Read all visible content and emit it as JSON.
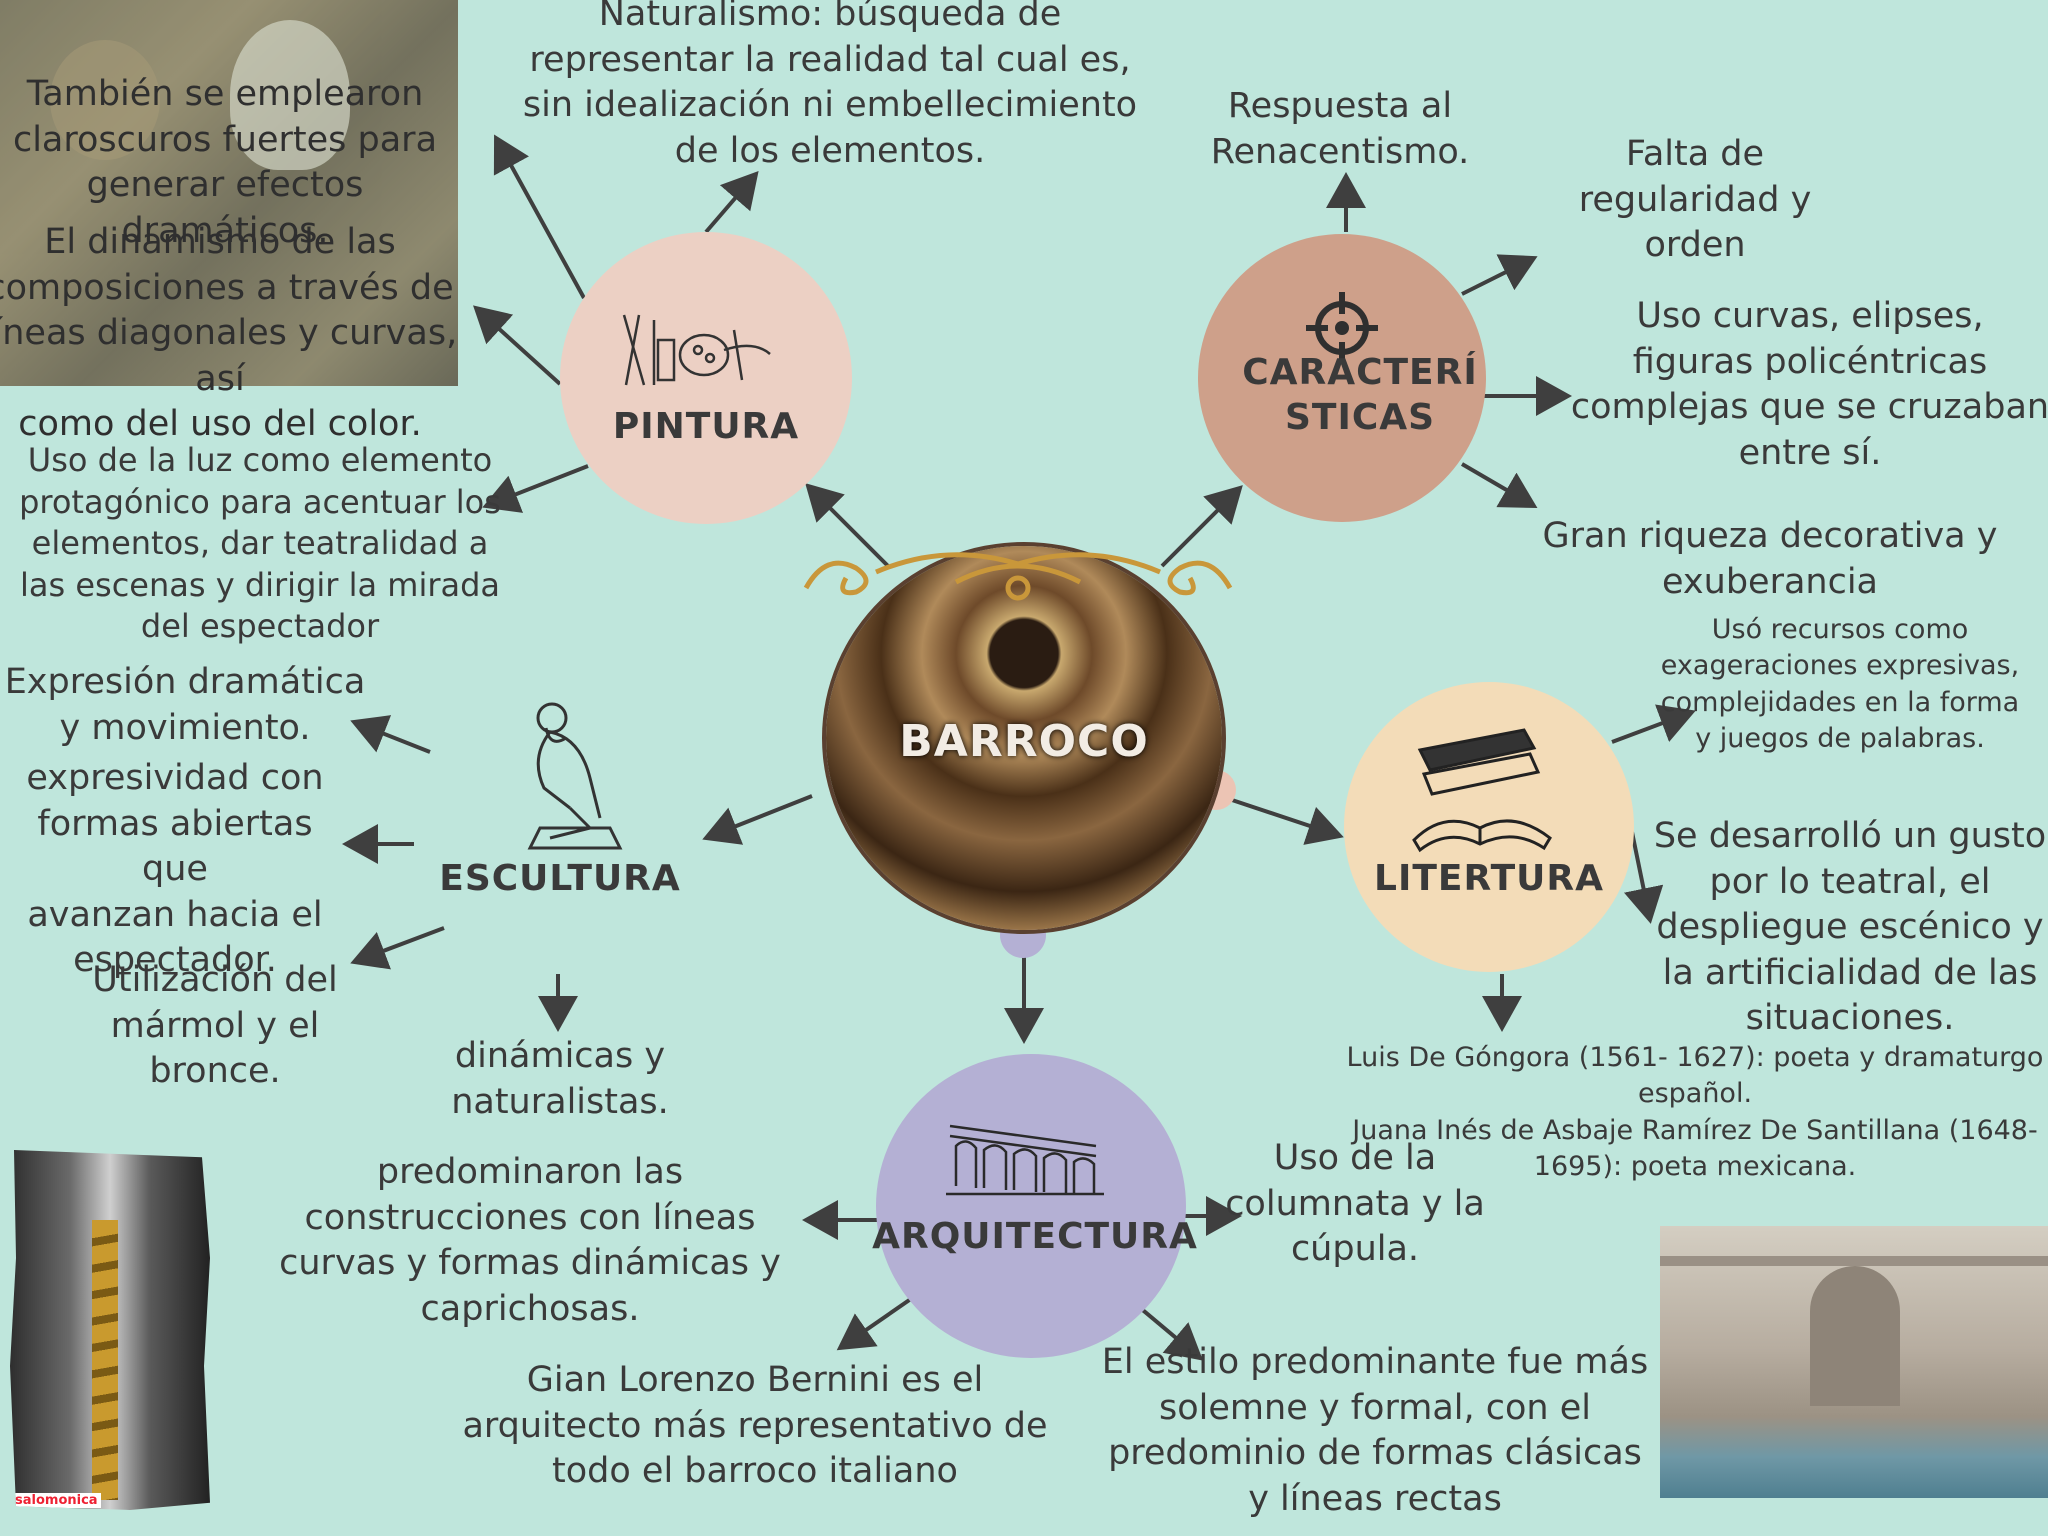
{
  "center": {
    "label": "BARROCO"
  },
  "pintura": {
    "label": "PINTURA",
    "icon": "paint-tools-icon",
    "notes": [
      "Naturalismo: búsqueda de\nrepresentar la realidad tal cual es,\nsin idealización ni embellecimiento\nde los elementos.",
      "También se  emplearon\nclaroscuros fuertes para\ngenerar efectos dramáticos.",
      "El dinamismo de las\ncomposiciones a través de\nlíneas diagonales y curvas, así\ncomo del uso del color.",
      "Uso de la luz como elemento\nprotagónico para acentuar los\nelementos, dar teatralidad a\nlas escenas y dirigir la mirada\ndel espectador"
    ]
  },
  "caracteristicas": {
    "label": "CARACTERÍ\nSTICAS",
    "icon": "crosshair-icon",
    "notes": [
      "Respuesta al\nRenacentismo.",
      "Falta de\nregularidad y\norden",
      "Uso curvas, elipses,\nfiguras policéntricas\ncomplejas que se cruzaban\nentre sí.",
      "Gran riqueza decorativa y\nexuberancia"
    ]
  },
  "escultura": {
    "label": "ESCULTURA",
    "icon": "thinker-statue-icon",
    "notes": [
      "Expresión dramática\ny movimiento.",
      "expresividad con\nformas abiertas que\navanzan hacia el\nespectador.",
      "Utilización del\nmármol y el\nbronce.",
      "dinámicas y\nnaturalistas."
    ]
  },
  "literatura": {
    "label": "LITERTURA",
    "icon": "books-icon",
    "notes": [
      "Usó recursos como\nexageraciones expresivas,\ncomplejidades en la forma\ny juegos de palabras.",
      "Se desarrolló un gusto\npor lo teatral, el\ndespliegue escénico y\nla artificialidad de las\nsituaciones.",
      "Luis De Góngora (1561- 1627): poeta y dramaturgo\nespañol.\nJuana Inés de Asbaje Ramírez De Santillana (1648-\n1695): poeta mexicana."
    ]
  },
  "arquitectura": {
    "label": "ARQUITECTURA",
    "icon": "aqueduct-icon",
    "notes": [
      "predominaron las\nconstrucciones con líneas\ncurvas y formas dinámicas y\ncaprichosas.",
      "Uso de la\ncolumnata y la\ncúpula.",
      "Gian Lorenzo Bernini es el\narquitecto más representativo de\ntodo el barroco italiano",
      "El estilo predominante fue más\nsolemne y formal, con el\npredominio de formas clásicas\ny líneas  rectas"
    ]
  },
  "photos": {
    "salomonica_caption": "salomonica"
  },
  "colors": {
    "background": "#bfe6dc",
    "pintura": "#ecd0c4",
    "caracteristicas": "#cea08a",
    "literatura": "#f3dcb8",
    "arquitectura": "#b4b0d4",
    "gold": "#c9973a"
  }
}
